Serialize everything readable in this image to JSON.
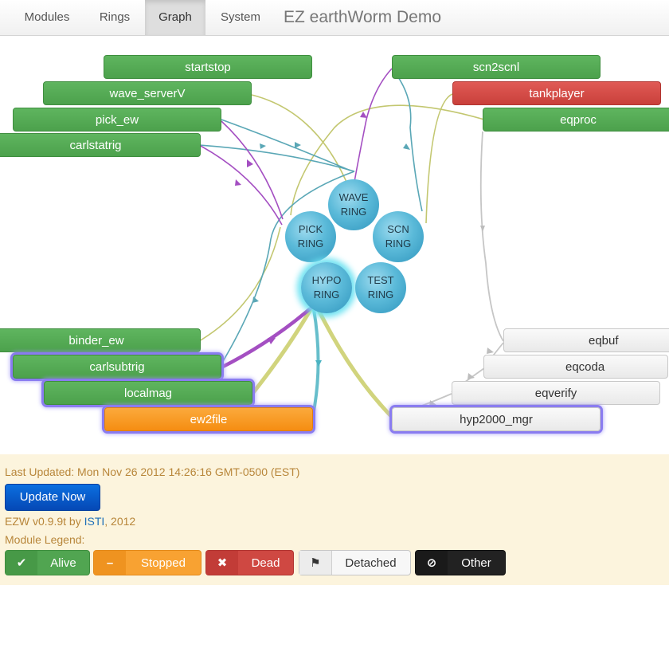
{
  "nav": {
    "tabs": [
      {
        "label": "Modules"
      },
      {
        "label": "Rings"
      },
      {
        "label": "Graph"
      },
      {
        "label": "System"
      }
    ],
    "brand": "EZ earthWorm Demo"
  },
  "modules": {
    "startstop": "startstop",
    "wave_serverV": "wave_serverV",
    "pick_ew": "pick_ew",
    "carlstatrig": "carlstatrig",
    "binder_ew": "binder_ew",
    "carlsubtrig": "carlsubtrig",
    "localmag": "localmag",
    "ew2file": "ew2file",
    "scn2scnl": "scn2scnl",
    "tankplayer": "tankplayer",
    "eqproc": "eqproc",
    "eqbuf": "eqbuf",
    "eqcoda": "eqcoda",
    "eqverify": "eqverify",
    "hyp2000_mgr": "hyp2000_mgr"
  },
  "rings": {
    "wave": [
      "WAVE",
      "RING"
    ],
    "pick": [
      "PICK",
      "RING"
    ],
    "scn": [
      "SCN",
      "RING"
    ],
    "hypo": [
      "HYPO",
      "RING"
    ],
    "test": [
      "TEST",
      "RING"
    ]
  },
  "status": {
    "last_updated": "Last Updated: Mon Nov 26 2012 14:26:16 GMT-0500 (EST)",
    "update_button": "Update Now",
    "version_prefix": "EZW v0.9.9t by ",
    "version_link": "ISTI",
    "version_suffix": ", 2012",
    "legend_title": "Module Legend:"
  },
  "legend": {
    "alive": {
      "icon": "✔",
      "label": "Alive"
    },
    "stopped": {
      "icon": "–",
      "label": "Stopped"
    },
    "dead": {
      "icon": "✖",
      "label": "Dead"
    },
    "detached": {
      "icon": "⚑",
      "label": "Detached"
    },
    "other": {
      "icon": "⊘",
      "label": "Other"
    }
  },
  "colors": {
    "alive": "#4ca14c",
    "dead": "#c9403b",
    "stopped": "#f58d12",
    "detached": "#e9e9e9",
    "wave_link": "#5aa7b6",
    "pick_link": "#a44fc2",
    "hypo_link": "#b8bd5a",
    "eq_link": "#bdbdbd"
  }
}
